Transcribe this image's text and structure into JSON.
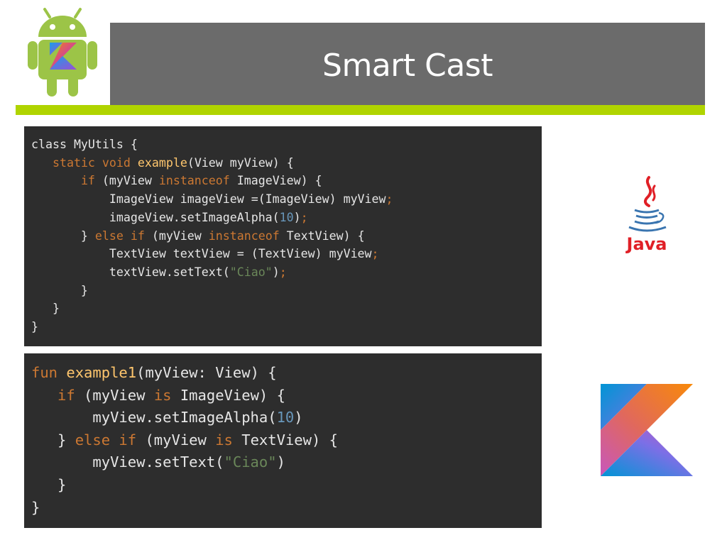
{
  "slide": {
    "title": "Smart Cast"
  },
  "colors": {
    "title_bar": "#6b6b6b",
    "accent": "#b0d400",
    "code_background": "#2d2d2d",
    "keyword": "#cc7832",
    "function_name": "#ffc66d",
    "number": "#6897bb",
    "string": "#6a8759"
  },
  "java_code": {
    "lines": [
      [
        {
          "t": "class MyUtils {"
        }
      ],
      [
        {
          "t": "   "
        },
        {
          "t": "static void",
          "k": "kw"
        },
        {
          "t": " "
        },
        {
          "t": "example",
          "k": "fn"
        },
        {
          "t": "(View myView) {"
        }
      ],
      [
        {
          "t": "       "
        },
        {
          "t": "if",
          "k": "kw"
        },
        {
          "t": " (myView "
        },
        {
          "t": "instanceof",
          "k": "kw"
        },
        {
          "t": " ImageView) {"
        }
      ],
      [
        {
          "t": "           ImageView imageView =(ImageView) myView"
        },
        {
          "t": ";",
          "k": "kw"
        }
      ],
      [
        {
          "t": "           imageView.setImageAlpha("
        },
        {
          "t": "10",
          "k": "num"
        },
        {
          "t": ")"
        },
        {
          "t": ";",
          "k": "kw"
        }
      ],
      [
        {
          "t": "       } "
        },
        {
          "t": "else if",
          "k": "kw"
        },
        {
          "t": " (myView "
        },
        {
          "t": "instanceof",
          "k": "kw"
        },
        {
          "t": " TextView) {"
        }
      ],
      [
        {
          "t": "           TextView textView = (TextView) myView"
        },
        {
          "t": ";",
          "k": "kw"
        }
      ],
      [
        {
          "t": "           textView.setText("
        },
        {
          "t": "\"Ciao\"",
          "k": "str"
        },
        {
          "t": ")"
        },
        {
          "t": ";",
          "k": "kw"
        }
      ],
      [
        {
          "t": "       }"
        }
      ],
      [
        {
          "t": "   }"
        }
      ],
      [
        {
          "t": "}"
        }
      ]
    ]
  },
  "kotlin_code": {
    "lines": [
      [
        {
          "t": "fun",
          "k": "kw"
        },
        {
          "t": " "
        },
        {
          "t": "example1",
          "k": "fn"
        },
        {
          "t": "(myView: View) {"
        }
      ],
      [
        {
          "t": "   "
        },
        {
          "t": "if",
          "k": "kw"
        },
        {
          "t": " (myView "
        },
        {
          "t": "is",
          "k": "kw"
        },
        {
          "t": " ImageView) {"
        }
      ],
      [
        {
          "t": "       myView.setImageAlpha("
        },
        {
          "t": "10",
          "k": "num"
        },
        {
          "t": ")"
        }
      ],
      [
        {
          "t": "   } "
        },
        {
          "t": "else if",
          "k": "kw"
        },
        {
          "t": " (myView "
        },
        {
          "t": "is",
          "k": "kw"
        },
        {
          "t": " TextView) {"
        }
      ],
      [
        {
          "t": "       myView.setText("
        },
        {
          "t": "\"Ciao\"",
          "k": "str"
        },
        {
          "t": ")"
        }
      ],
      [
        {
          "t": "   }"
        }
      ],
      [
        {
          "t": "}"
        }
      ]
    ]
  },
  "logos": {
    "android": {
      "icon": "android-kotlin-logo"
    },
    "java": {
      "icon": "java-logo",
      "wordmark": "Java"
    },
    "kotlin": {
      "icon": "kotlin-logo"
    }
  }
}
